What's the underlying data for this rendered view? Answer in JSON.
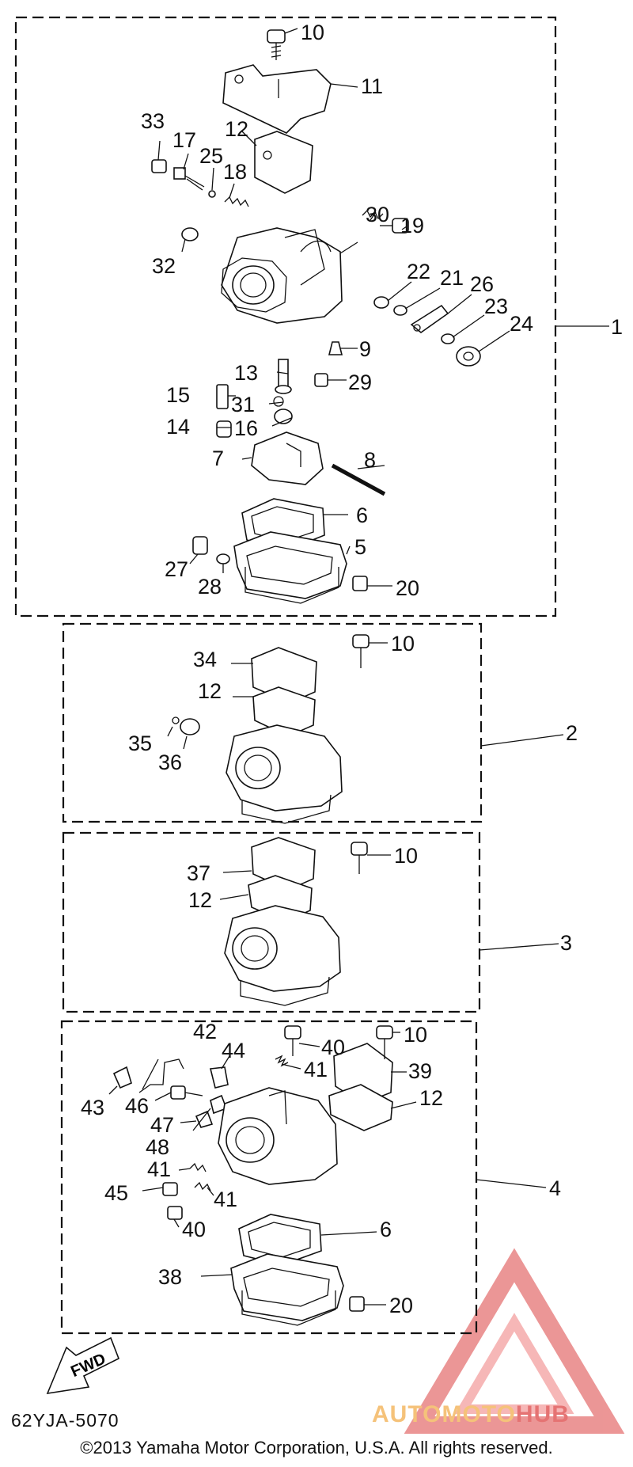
{
  "diagram": {
    "groups": [
      {
        "id": "1",
        "label": "1"
      },
      {
        "id": "2",
        "label": "2"
      },
      {
        "id": "3",
        "label": "3"
      },
      {
        "id": "4",
        "label": "4"
      }
    ],
    "callouts": [
      "5",
      "6",
      "7",
      "8",
      "9",
      "10",
      "11",
      "12",
      "13",
      "14",
      "15",
      "16",
      "17",
      "18",
      "19",
      "20",
      "21",
      "22",
      "23",
      "24",
      "25",
      "26",
      "27",
      "28",
      "29",
      "30",
      "31",
      "32",
      "33",
      "34",
      "35",
      "36",
      "37",
      "38",
      "39",
      "40",
      "41",
      "42",
      "43",
      "44",
      "45",
      "46",
      "47",
      "48"
    ],
    "fwd_label": "FWD"
  },
  "footer": {
    "code": "62YJA-5070",
    "copyright": "©2013 Yamaha Motor Corporation, U.S.A. All rights reserved."
  },
  "watermark": {
    "part1": "AUTOMOTO",
    "part2": "HUB",
    "colors": {
      "light": "#f5c27a",
      "dark": "#e57373"
    }
  }
}
